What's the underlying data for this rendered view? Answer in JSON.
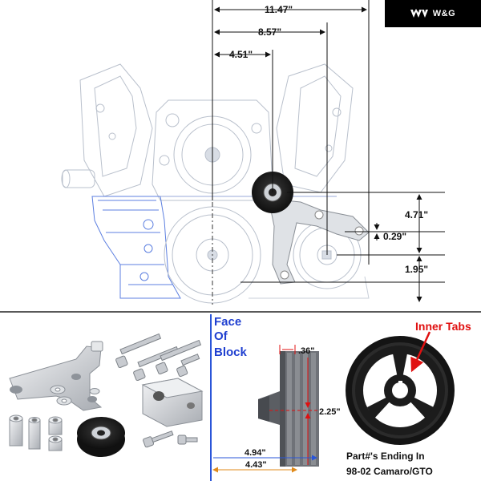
{
  "brand": {
    "name": "W&G"
  },
  "top_dimensions": {
    "width_overall": "11.47\"",
    "width_mid": "8.57\"",
    "width_short": "4.51\"",
    "height_upper": "4.71\"",
    "height_gap": "0.29\"",
    "height_lower": "1.95\""
  },
  "block_face": {
    "line1": "Face",
    "line2": "Of",
    "line3": "Block"
  },
  "pulley_profile": {
    "offset_top": ".36\"",
    "offset_center": "2.25\"",
    "depth_total": "4.94\"",
    "depth_face": "4.43\""
  },
  "crank_pulley": {
    "callout": "Inner Tabs",
    "caption_line1": "Part#'s Ending In",
    "caption_line2": "98-02 Camaro/GTO"
  },
  "colors": {
    "dimension_line": "#111111",
    "blueprint": "#3a66d6",
    "red_callout": "#e01010",
    "orange_callout": "#e08a1a",
    "block_label": "#1f3fd0",
    "pulley_black": "#1c1c1c",
    "bracket_silver": "#c9ccd0"
  }
}
